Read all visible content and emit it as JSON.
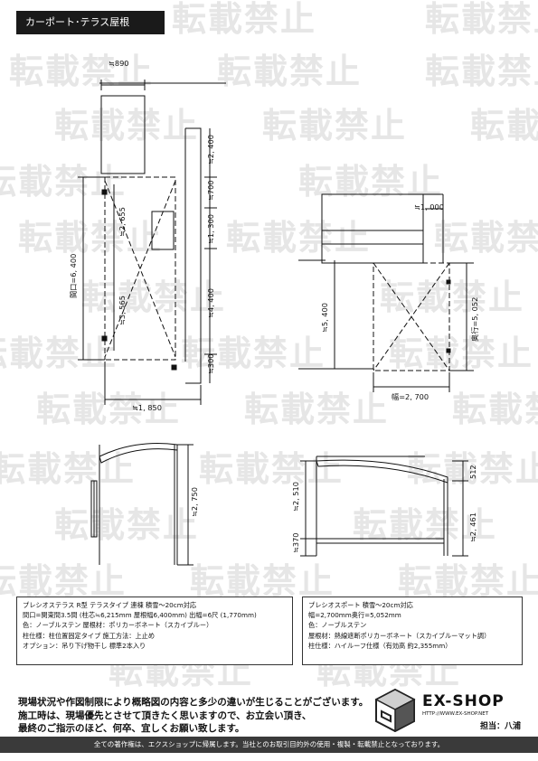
{
  "title": "カーポート･テラス屋根",
  "watermark": "転載禁止",
  "plan_left": {
    "dims": {
      "w890": "≒890",
      "w1850": "≒1, 850",
      "h6400": "間口=6, 400",
      "h2655": "≒2, 655",
      "h3565": "≒3, 565",
      "h2400": "≒2, 400",
      "h700": "≒700",
      "h1300": "≒1, 300",
      "h4400": "≒4, 400",
      "h300": "≒300"
    }
  },
  "plan_right": {
    "dims": {
      "w1000": "≒1, 000",
      "h5400": "≒5, 400",
      "h5052": "奥行=5, 052",
      "w2700": "幅=2, 700"
    }
  },
  "elev_left": {
    "dims": {
      "h2750": "≒2, 750"
    }
  },
  "elev_right": {
    "dims": {
      "h2510": "≒2, 510",
      "h370": "≒370",
      "h512": "512",
      "h2461": "≒2, 461"
    }
  },
  "spec_left": [
    "プレシオステラス R型 テラスタイプ 連棟 積雪～20cm対応",
    "間口=関東間3.5間 (柱芯≒6,215mm 屋根幅6,400mm) 出幅=6尺 (1,770mm)",
    "色：ノーブルステン 屋根材：ポリカーボネート（スカイブルー）",
    "柱仕様：柱位置固定タイプ 施工方法：上止め",
    "オプション：吊り下げ物干し 標準2本入り"
  ],
  "spec_right": [
    "プレシオスポート 積雪～20cm対応",
    "幅=2,700mm奥行=5,052mm",
    "色：ノーブルステン",
    "屋根材：熱線遮断ポリカーボネート（スカイブルーマット調）",
    "柱仕様：ハイルーフ仕様（有効高 約2,355mm）"
  ],
  "notice": [
    "現場状況や作図制限により概略図の内容と多少の違いが生じることがございます。",
    "施工時は、現場優先とさせて頂きたく思いますので、お立会い頂き、",
    "最終のご指示のほど、何卒、宜しくお願い致します。"
  ],
  "logo": {
    "brand": "EX-SHOP",
    "url": "HTTP://WWW.EX-SHOP.NET",
    "staff": "担当：八浦"
  },
  "footer": "全ての著作権は、エクスショップに帰属します。当社とのお取引目的外の使用・複製・転載禁止となっております。"
}
